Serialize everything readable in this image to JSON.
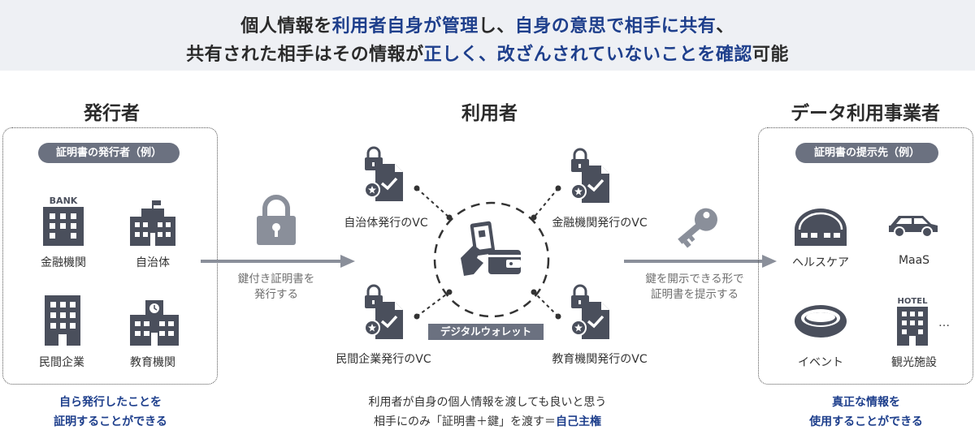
{
  "banner": {
    "line1": [
      {
        "text": "個人情報を",
        "hl": false
      },
      {
        "text": "利用者自身が管理",
        "hl": true
      },
      {
        "text": "し、",
        "hl": false
      },
      {
        "text": "自身の意思で相手に共有",
        "hl": true
      },
      {
        "text": "、",
        "hl": false
      }
    ],
    "line2": [
      {
        "text": "共有された相手はその情報が",
        "hl": false
      },
      {
        "text": "正しく、改ざんされていないことを確認",
        "hl": true
      },
      {
        "text": "可能",
        "hl": false
      }
    ]
  },
  "issuer": {
    "title": "発行者",
    "pill": "証明書の発行者（例）",
    "items": {
      "bank": "金融機関",
      "gov": "自治体",
      "company": "民間企業",
      "school": "教育機関"
    },
    "bank_sign": "BANK",
    "note_line1": "自ら発行したことを",
    "note_line2": "証明することができる"
  },
  "arrow_left": {
    "line1": "鍵付き証明書を",
    "line2": "発行する"
  },
  "user": {
    "title": "利用者",
    "vc": {
      "tl": "自治体発行のVC",
      "tr": "金融機関発行のVC",
      "bl": "民間企業発行のVC",
      "br": "教育機関発行のVC"
    },
    "wallet": "デジタルウォレット",
    "note_line1": "利用者が自身の個人情報を渡しても良いと思う",
    "note_line2_prefix": "相手にのみ「証明書＋鍵」を渡す＝",
    "note_line2_highlight": "自己主権"
  },
  "arrow_right": {
    "line1": "鍵を開示できる形で",
    "line2": "証明書を提示する"
  },
  "verifier": {
    "title": "データ利用事業者",
    "pill": "証明書の提示先（例）",
    "items": {
      "health": "ヘルスケア",
      "maas": "MaaS",
      "event": "イベント",
      "tourism": "観光施設"
    },
    "hotel_sign": "HOTEL",
    "ellipsis": "…",
    "note_line1": "真正な情報を",
    "note_line2": "使用することができる"
  },
  "colors": {
    "icon": "#4a4f5c",
    "accent": "#1e3f8c",
    "arrow": "#8a8f9a",
    "banner_bg": "#eef0f4"
  }
}
